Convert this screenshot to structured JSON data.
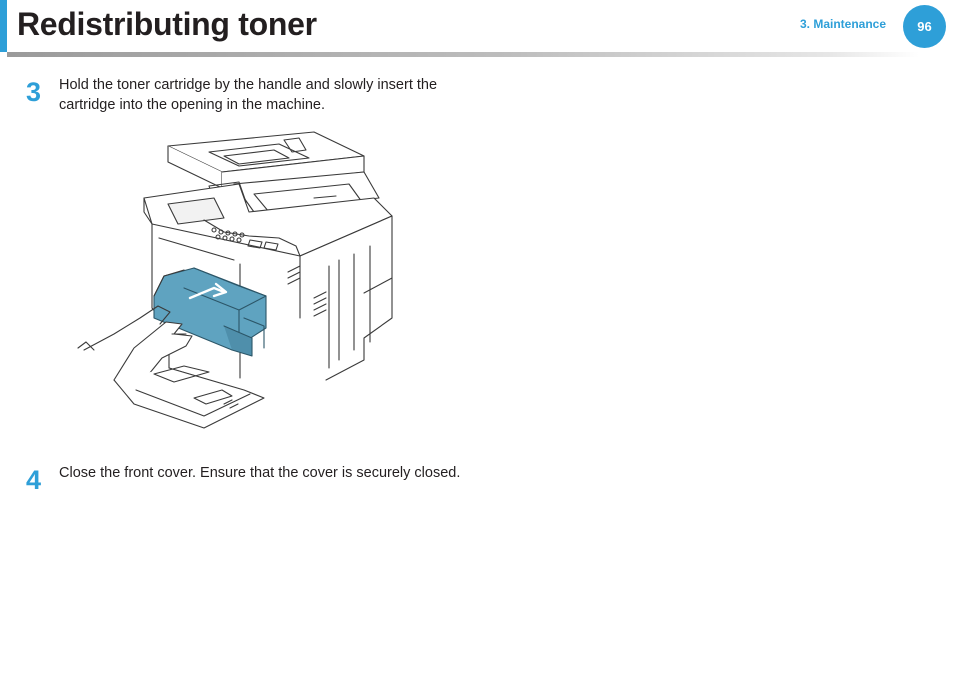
{
  "header": {
    "title": "Redistributing toner",
    "chapter": "3.  Maintenance",
    "page_number": "96",
    "accent_color": "#2e9fd8"
  },
  "steps": [
    {
      "number": "3",
      "text_line1": "Hold the toner cartridge by the handle and slowly insert the",
      "text_line2": "cartridge into the opening in the machine."
    },
    {
      "number": "4",
      "text": "Close the front cover. Ensure that the cover is securely closed."
    }
  ],
  "figure": {
    "subject": "printer-inserting-toner",
    "cartridge_color": "#5fa3c0"
  }
}
